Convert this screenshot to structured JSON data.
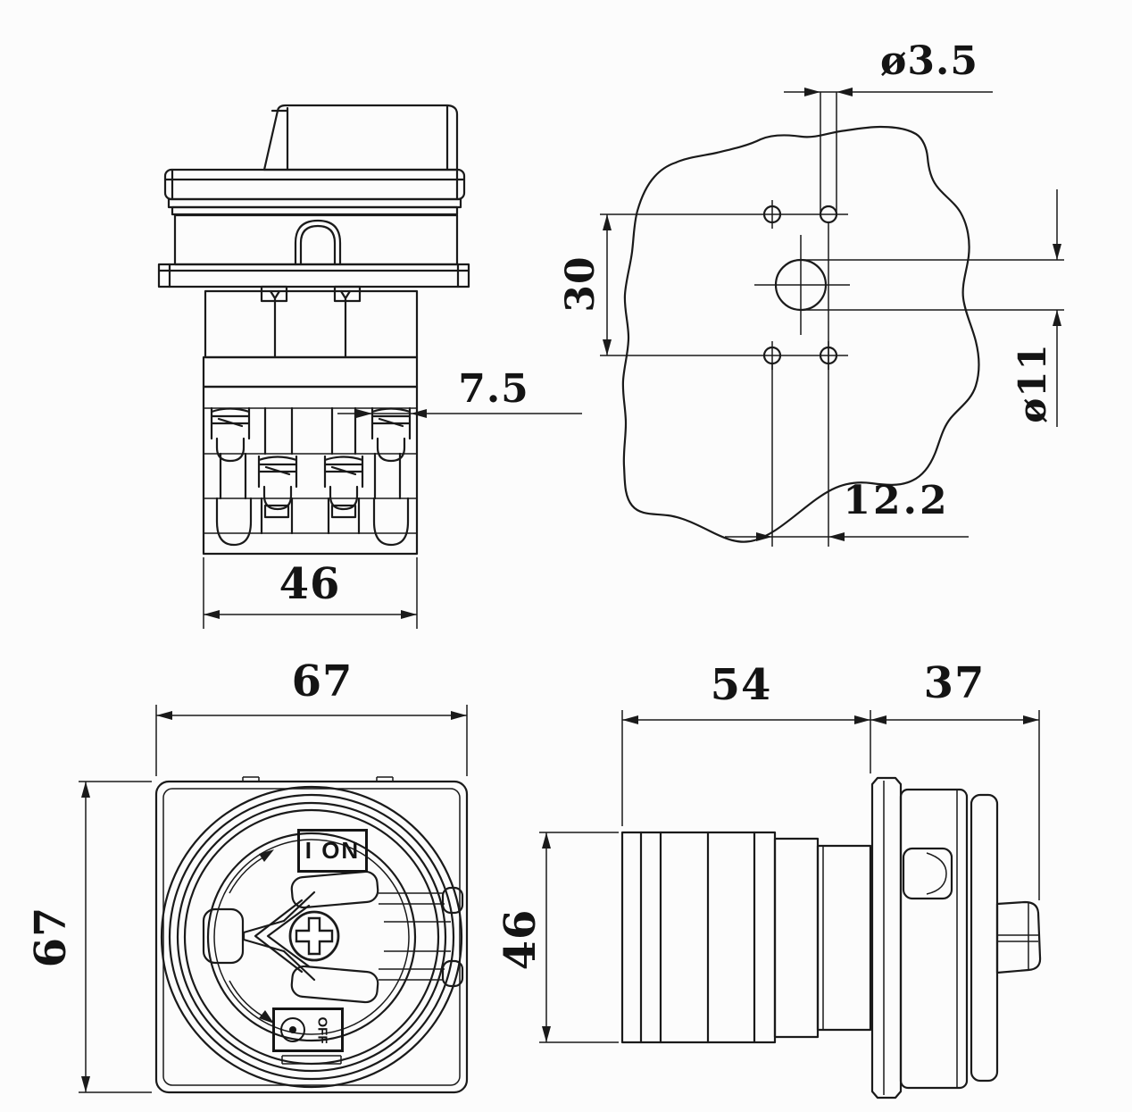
{
  "drawing": {
    "title": "Rotary cam switch dimensional drawing",
    "background_color": "#fcfcfc",
    "line_color": "#1a1a1a"
  },
  "views": {
    "side_elevation": {
      "name": "side-elevation-view",
      "dim_terminal_screw": "7.5",
      "dim_block_width": "46"
    },
    "panel_cutout": {
      "name": "panel-drilling-view",
      "dim_small_hole": "ø3.5",
      "dim_vertical_spacing": "30",
      "dim_center_hole": "ø11",
      "dim_horizontal_spacing": "12.2"
    },
    "front_face": {
      "name": "front-face-view",
      "dim_width": "67",
      "dim_height": "67",
      "label_on": "I ON",
      "label_off": "OFF"
    },
    "side_mounted": {
      "name": "mounted-side-view",
      "dim_body_depth": "54",
      "dim_front_depth": "37",
      "dim_body_height": "46"
    }
  }
}
